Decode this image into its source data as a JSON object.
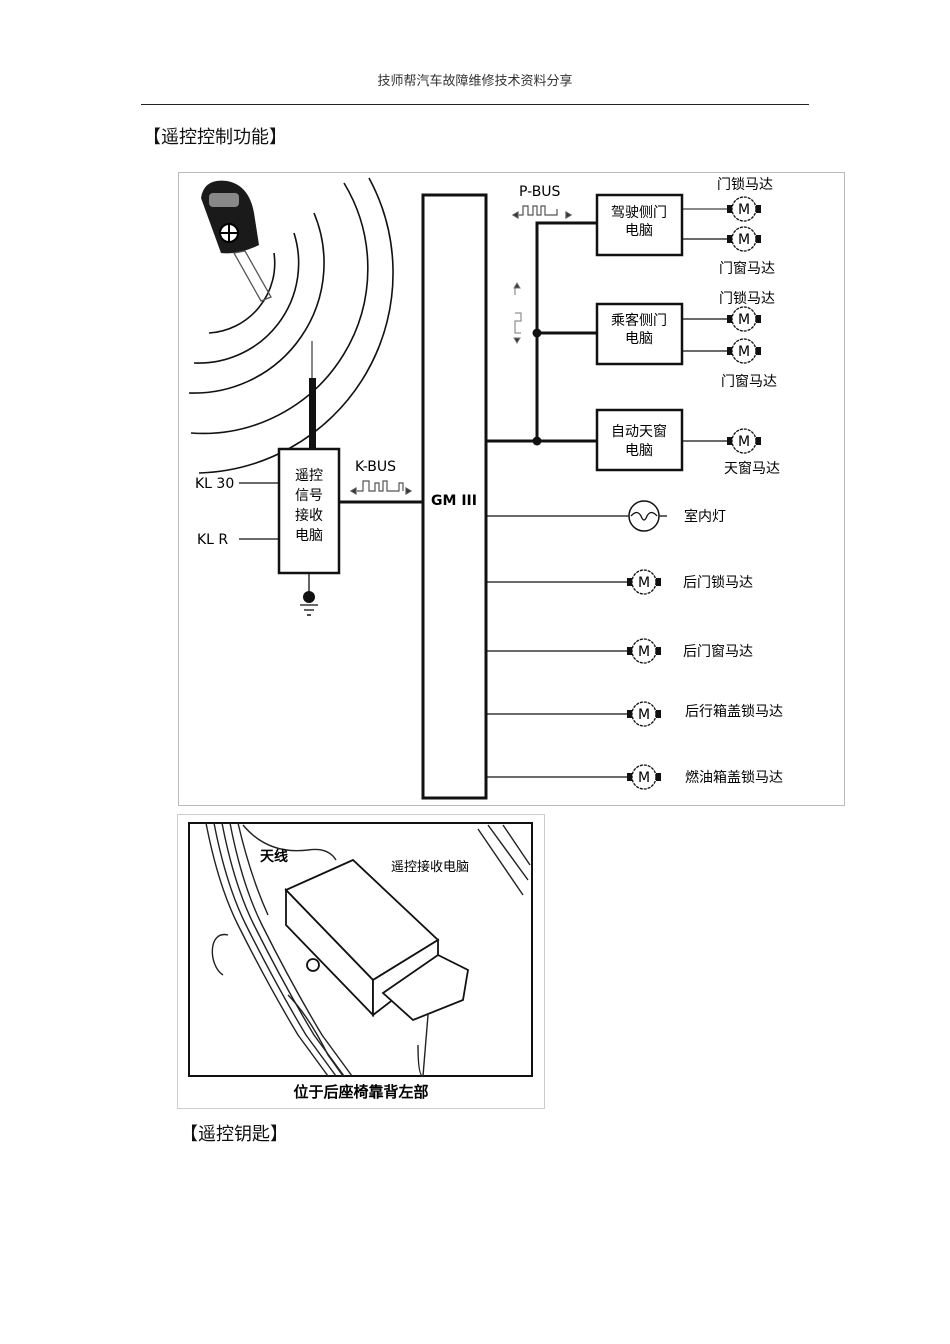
{
  "header": {
    "text": "技师帮汽车故障维修技术资料分享"
  },
  "sections": [
    {
      "title": "【遥控控制功能】"
    },
    {
      "title": "【遥控钥匙】"
    }
  ],
  "diagram": {
    "central_module": "GM III",
    "receiver_module": {
      "lines": [
        "遥控",
        "信号",
        "接收",
        "电脑"
      ]
    },
    "power_inputs": [
      "KL 30",
      "KL R"
    ],
    "buses": {
      "k_bus": "K-BUS",
      "p_bus": "P-BUS"
    },
    "door_modules": [
      {
        "lines": [
          "驾驶侧门",
          "电脑"
        ],
        "motors": [
          "门锁马达",
          "门窗马达"
        ]
      },
      {
        "lines": [
          "乘客侧门",
          "电脑"
        ],
        "motors": [
          "门锁马达",
          "门窗马达"
        ]
      },
      {
        "lines": [
          "自动天窗",
          "电脑"
        ],
        "motors": [
          "天窗马达"
        ]
      }
    ],
    "direct_loads": [
      {
        "type": "lamp",
        "label": "室内灯"
      },
      {
        "type": "motor",
        "label": "后门锁马达"
      },
      {
        "type": "motor",
        "label": "后门窗马达"
      },
      {
        "type": "motor",
        "label": "后行箱盖锁马达"
      },
      {
        "type": "motor",
        "label": "燃油箱盖锁马达"
      }
    ],
    "motor_symbol": "M"
  },
  "photo": {
    "antenna_label": "天线",
    "module_label": "遥控接收电脑",
    "caption": "位于后座椅靠背左部"
  }
}
